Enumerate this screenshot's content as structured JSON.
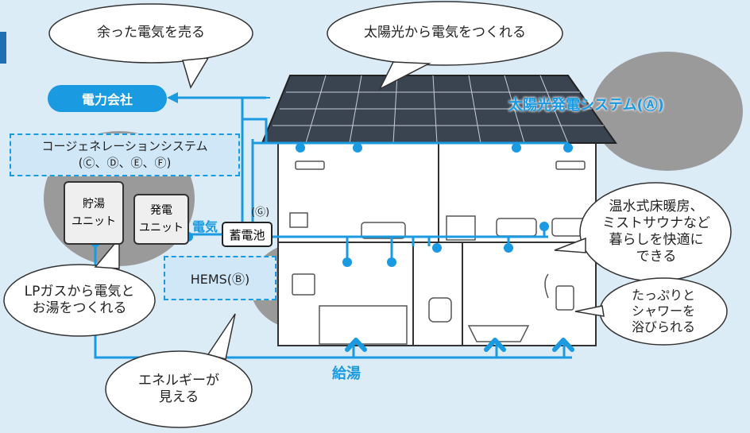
{
  "bubbles": {
    "sell": "余った電気を売る",
    "solar": "太陽光から電気をつくれる",
    "lpgas": "LPガスから電気と\nお湯をつくれる",
    "energy": "エネルギーが\n見える",
    "floorheat": "温水式床暖房、\nミストサウナなど\n暮らしを快適に\nできる",
    "shower": "たっぷりと\nシャワーを\n浴びられる"
  },
  "labels": {
    "power_company": "電力会社",
    "solar_system": "太陽光発電システム(Ⓐ)",
    "cogen_line1": "コージェネレーションシステム",
    "cogen_line2": "(Ⓒ、Ⓓ、Ⓔ、Ⓕ)",
    "storage_unit": "貯湯\nユニット",
    "gen_unit": "発電\nユニット",
    "electricity": "電気",
    "battery_mark": "(Ⓖ)",
    "battery": "蓄電池",
    "hems": "HEMS(Ⓑ)",
    "hot_water": "給湯"
  },
  "colors": {
    "accent": "#1a9ae0",
    "background": "#dcecf7",
    "panel": "#3a4450"
  }
}
